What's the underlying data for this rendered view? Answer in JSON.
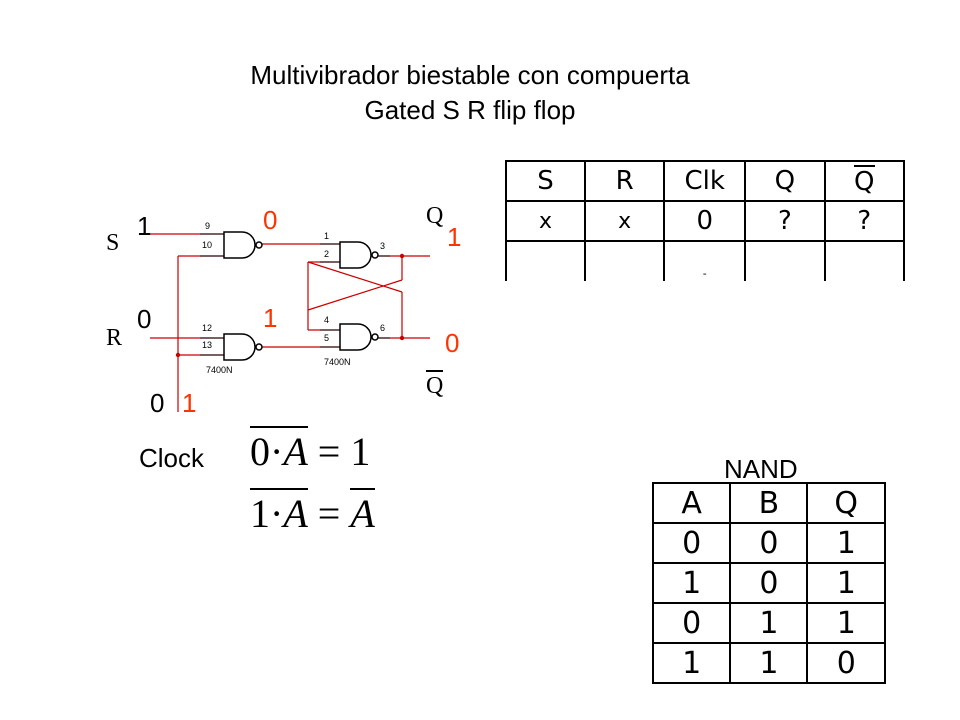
{
  "title": {
    "line1": "Multivibrador biestable con compuerta",
    "line2": "Gated S R flip flop"
  },
  "circuit": {
    "labels": {
      "s": "S",
      "r": "R",
      "q": "Q",
      "qbar": "Q",
      "clock": "Clock"
    },
    "values": {
      "s_in": "1",
      "r_in": "0",
      "clk_in_0": "0",
      "clk_in_1": "1",
      "gate1_out": "0",
      "gate2_out": "1",
      "q_out": "1",
      "qbar_out": "0"
    },
    "pins": {
      "g1a": "9",
      "g1b": "10",
      "g2a": "12",
      "g2b": "13",
      "g3a": "1",
      "g3b": "2",
      "g3o": "3",
      "g4a": "4",
      "g4b": "5",
      "g4o": "6"
    },
    "chip_labels": {
      "lower_left": "7400N",
      "lower_right": "7400N"
    }
  },
  "formulas": {
    "f1_left": "0",
    "f1_dot": "·",
    "f1_var": "A",
    "f1_eq": "= 1",
    "f2_left": "1",
    "f2_dot": "·",
    "f2_var": "A",
    "f2_eq": "=",
    "f2_right": "A"
  },
  "sr_table": {
    "headers": [
      "S",
      "R",
      "Clk",
      "Q",
      "Q"
    ],
    "rows": [
      [
        "x",
        "x",
        "0",
        "?",
        "?"
      ],
      [
        "",
        "",
        "-",
        "",
        ""
      ]
    ]
  },
  "nand_table": {
    "label": "NAND",
    "headers": [
      "A",
      "B",
      "Q"
    ],
    "rows": [
      [
        "0",
        "0",
        "1"
      ],
      [
        "1",
        "0",
        "1"
      ],
      [
        "0",
        "1",
        "1"
      ],
      [
        "1",
        "1",
        "0"
      ]
    ]
  },
  "colors": {
    "highlight": "#ff3300",
    "line_red": "#cc0000",
    "ink": "#000000"
  }
}
